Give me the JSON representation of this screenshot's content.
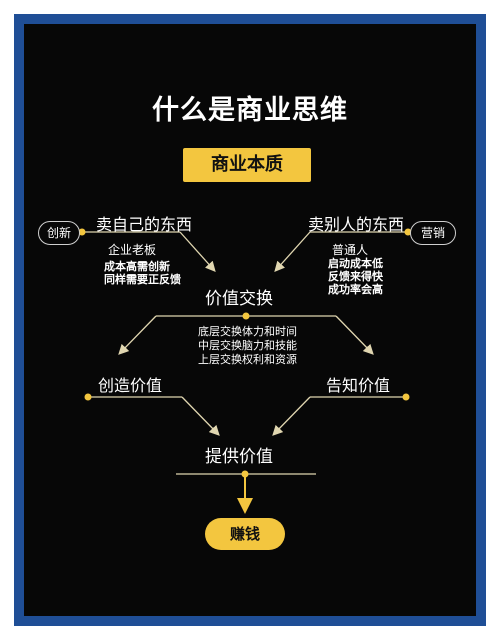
{
  "title": "什么是商业思维",
  "core_badge": "商业本质",
  "left": {
    "tag": "创新",
    "heading": "卖自己的东西",
    "sub": "企业老板",
    "notes": [
      "成本高需创新",
      "同样需要正反馈"
    ]
  },
  "right": {
    "tag": "营销",
    "heading": "卖别人的东西",
    "sub": "普通人",
    "notes": [
      "启动成本低",
      "反馈来得快",
      "成功率会高"
    ]
  },
  "center": {
    "exchange": "价值交换",
    "levels": [
      "底层交换体力和时间",
      "中层交换脑力和技能",
      "上层交换权利和资源"
    ]
  },
  "create_value": "创造价值",
  "inform_value": "告知价值",
  "provide_value": "提供价值",
  "money_badge": "赚钱",
  "colors": {
    "accent": "#f3c63f",
    "frame": "#1f4e96",
    "background": "#070707",
    "line": "#e0d6b0"
  }
}
